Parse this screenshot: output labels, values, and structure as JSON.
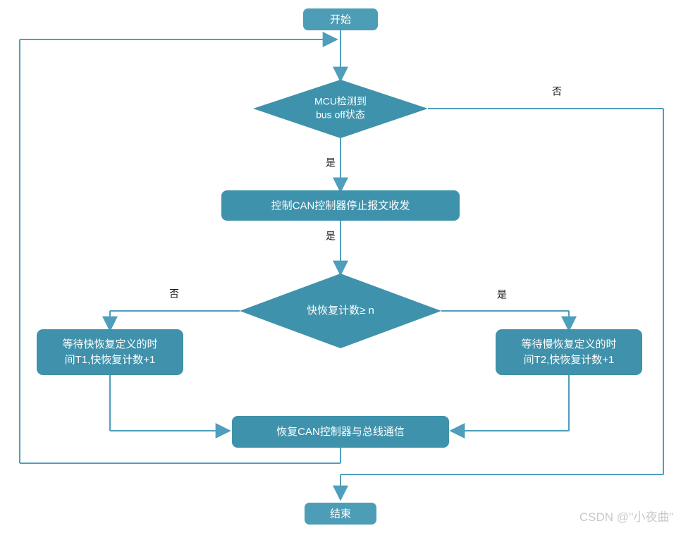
{
  "diagram": {
    "title": "CAN Bus Off Recovery Flowchart",
    "colors": {
      "node_fill": "#3f92ac",
      "node_fill_light": "#4d9db6",
      "edge_stroke": "#4e9ebc",
      "text_on_node": "#ffffff",
      "label_text": "#1a1a1a",
      "watermark": "#c8c8c8",
      "background": "#ffffff"
    },
    "nodes": [
      {
        "id": "start",
        "shape": "rounded-rect",
        "label": "开始"
      },
      {
        "id": "detect",
        "shape": "diamond",
        "label_line1": "MCU检测到",
        "label_line2": "bus off状态"
      },
      {
        "id": "stop",
        "shape": "rounded-rect",
        "label": "控制CAN控制器停止报文收发"
      },
      {
        "id": "count-check",
        "shape": "diamond",
        "label": "快恢复计数≥ n"
      },
      {
        "id": "fast-wait",
        "shape": "rounded-rect",
        "label_line1": "等待快恢复定义的时",
        "label_line2": "间T1,快恢复计数+1"
      },
      {
        "id": "slow-wait",
        "shape": "rounded-rect",
        "label_line1": "等待慢恢复定义的时",
        "label_line2": "间T2,快恢复计数+1"
      },
      {
        "id": "resume",
        "shape": "rounded-rect",
        "label": "恢复CAN控制器与总线通信"
      },
      {
        "id": "end",
        "shape": "rounded-rect",
        "label": "结束"
      }
    ],
    "edge_labels": {
      "detect_no": "否",
      "detect_yes": "是",
      "stop_yes": "是",
      "count_no": "否",
      "count_yes": "是"
    }
  },
  "watermark": {
    "text": "CSDN @''小夜曲''"
  }
}
